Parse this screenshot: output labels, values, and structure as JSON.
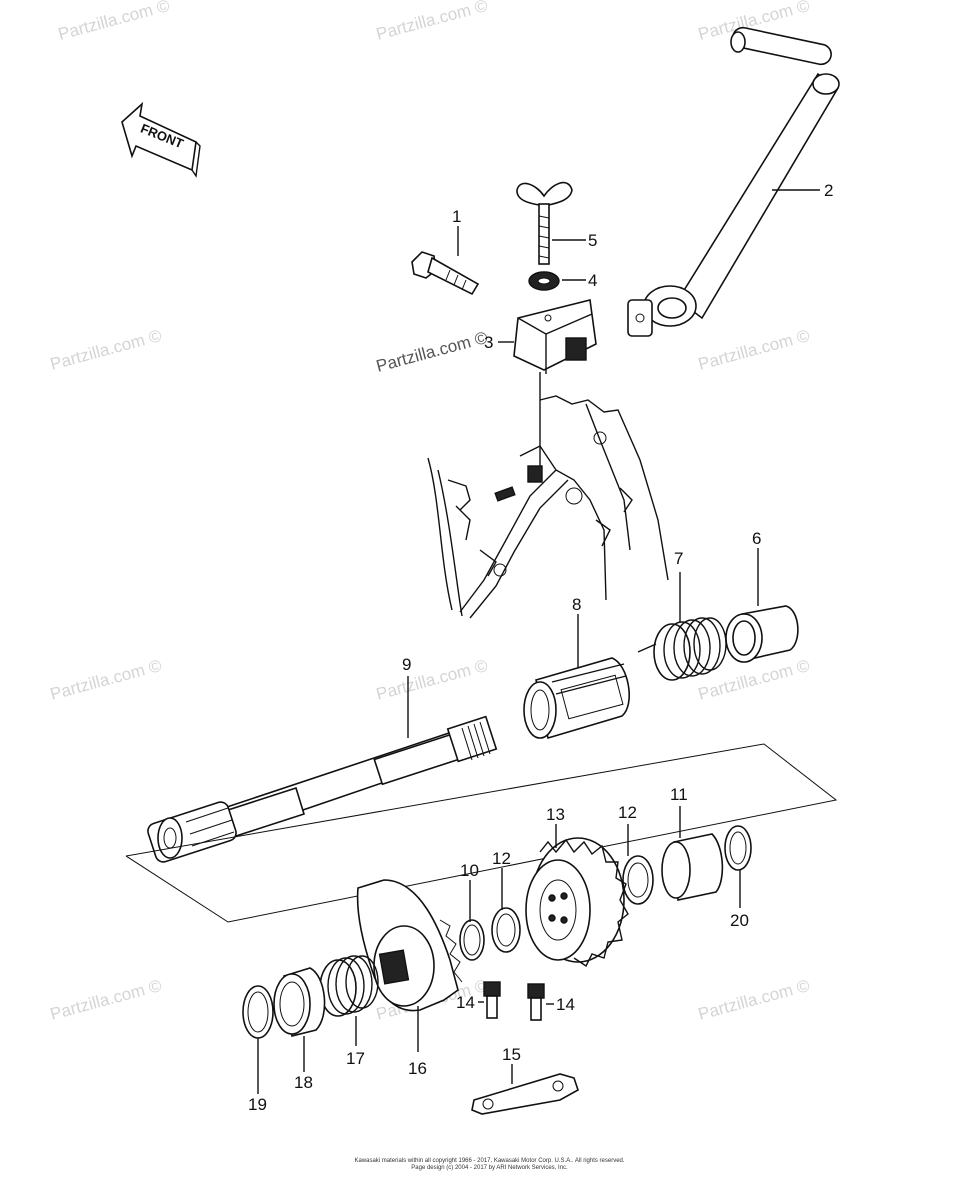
{
  "front_label": "FRONT",
  "watermark": "Partzilla.com ©",
  "watermark_center": "Partzilla.com ©",
  "callouts": {
    "c1": "1",
    "c2": "2",
    "c3": "3",
    "c4": "4",
    "c5": "5",
    "c6": "6",
    "c7": "7",
    "c8": "8",
    "c9": "9",
    "c10": "10",
    "c11": "11",
    "c12a": "12",
    "c12b": "12",
    "c13": "13",
    "c14a": "14",
    "c14b": "14",
    "c15": "15",
    "c16": "16",
    "c17": "17",
    "c18": "18",
    "c19": "19",
    "c20": "20"
  },
  "copyright": {
    "line1": "Kawasaki materials within all copyright 1966 - 2017, Kawasaki Motor Corp. U.S.A.. All rights reserved.",
    "line2": "Page design (c) 2004 - 2017 by ARI Network Services, Inc."
  }
}
